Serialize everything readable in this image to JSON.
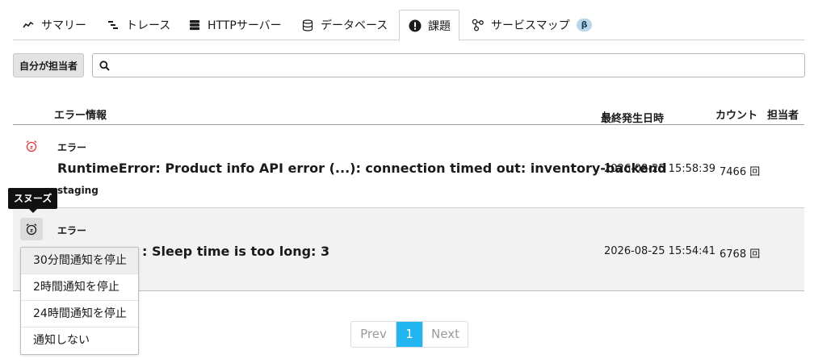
{
  "tabs": [
    {
      "label": "サマリー",
      "icon": "summary-wave-icon"
    },
    {
      "label": "トレース",
      "icon": "trace-icon"
    },
    {
      "label": "HTTPサーバー",
      "icon": "server-icon"
    },
    {
      "label": "データベース",
      "icon": "database-icon"
    },
    {
      "label": "課題",
      "icon": "exclamation-circle-icon",
      "active": true
    },
    {
      "label": "サービスマップ",
      "icon": "service-map-icon",
      "badge": "β"
    }
  ],
  "filter": {
    "assignee_label": "自分が担当者",
    "search_value": "",
    "search_placeholder": ""
  },
  "table": {
    "headers": {
      "error_info": "エラー情報",
      "last_seen": "最終発生日時",
      "sort_indicator": "↓",
      "count": "カウント",
      "assignee": "担当者"
    },
    "rows": [
      {
        "level": "エラー",
        "message": "RuntimeError: Product info API error (...): connection timed out: inventory-backend",
        "environment": "staging",
        "last_seen": "2026-08-25 15:58:39",
        "count": "7466 回"
      },
      {
        "level": "エラー",
        "message": ": Sleep time is too long: 3",
        "environment": "",
        "last_seen": "2026-08-25 15:54:41",
        "count": "6768 回"
      }
    ]
  },
  "snooze": {
    "tooltip": "スヌーズ",
    "options": [
      "30分間通知を停止",
      "2時間通知を停止",
      "24時間通知を停止",
      "通知しない"
    ]
  },
  "pagination": {
    "prev": "Prev",
    "current": "1",
    "next": "Next"
  },
  "colors": {
    "accent": "#22b5ef",
    "alarm_red": "#e0383e",
    "beta_badge": "#b9d6ea"
  }
}
